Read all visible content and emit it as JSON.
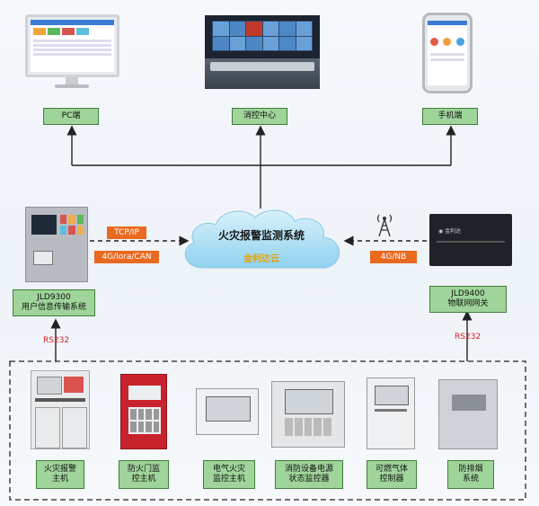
{
  "cloud": {
    "title": "火灾报警监测系统",
    "subtitle": "金利达云"
  },
  "top_nodes": {
    "pc": "PC端",
    "center": "消控中心",
    "mobile": "手机端"
  },
  "left_gateway": {
    "model": "JLD9300",
    "name": "用户信息传输系统"
  },
  "right_gateway": {
    "model": "JLD9400",
    "name": "物联网网关"
  },
  "links": {
    "tcp": "TCP/IP",
    "can": "4G/lora/CAN",
    "nb": "4G/NB",
    "rs232_left": "RS232",
    "rs232_right": "RS232"
  },
  "devices": [
    {
      "line1": "火灾报警",
      "line2": "主机"
    },
    {
      "line1": "防火门监",
      "line2": "控主机"
    },
    {
      "line1": "电气火灾",
      "line2": "监控主机"
    },
    {
      "line1": "消防设备电源",
      "line2": "状态监控器"
    },
    {
      "line1": "可燃气体",
      "line2": "控制器"
    },
    {
      "line1": "防排烟",
      "line2": "系统"
    }
  ],
  "colors": {
    "label_green": "#9fd49a",
    "label_orange": "#e9691f",
    "rs232_red": "#d6242b",
    "cloud_title": "#1a1a1a",
    "cloud_subtitle": "#e8a200"
  }
}
